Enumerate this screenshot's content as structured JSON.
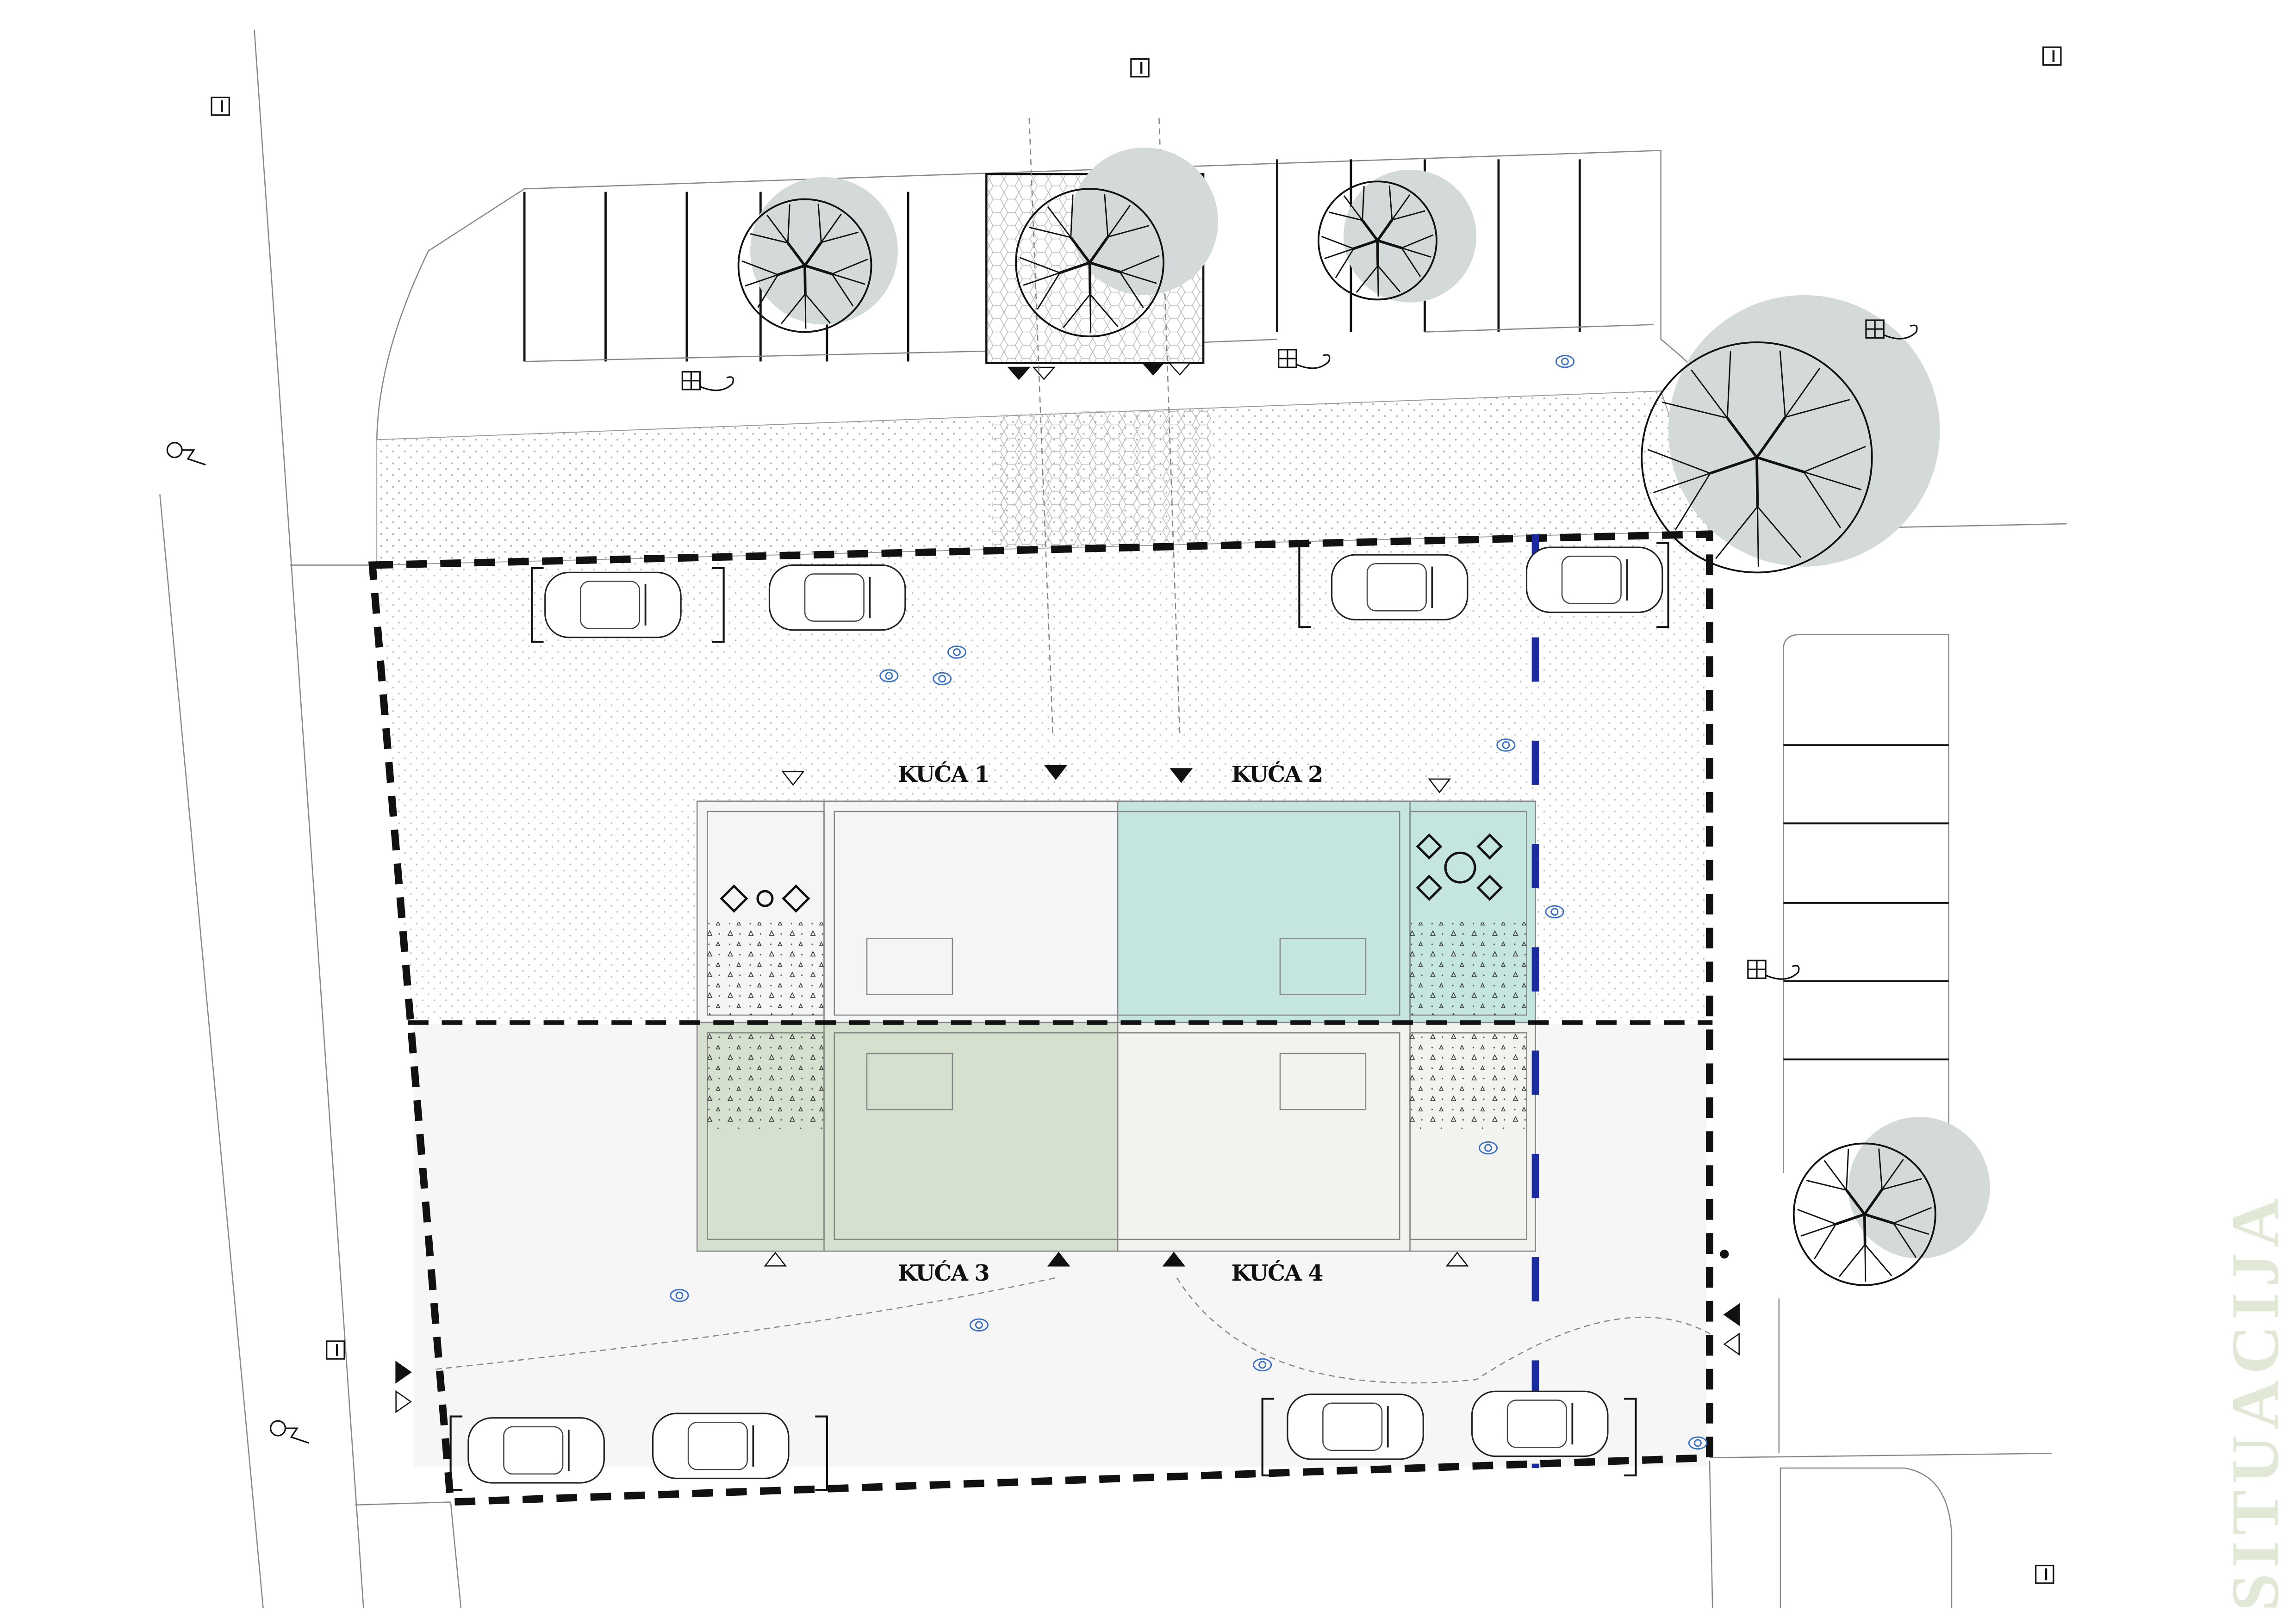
{
  "title": "SITUACIJA",
  "houses": [
    {
      "label": "KUĆA 1",
      "color": "#f4f5f7"
    },
    {
      "label": "KUĆA 2",
      "color": "#c5e6df"
    },
    {
      "label": "KUĆA 3",
      "color": "#d6e0cf"
    },
    {
      "label": "KUĆA 4",
      "color": "#f2f3ef"
    }
  ],
  "colors": {
    "title": "#e1e8d6",
    "tree_canopy": "#d4dad9",
    "plot_boundary": "#111111",
    "blue_boundary": "#1b2a9c",
    "pedestrian": "#3a6fc4"
  },
  "icons": [
    "hydrant-icon",
    "street-lamp-icon",
    "tree-icon",
    "car-icon",
    "pedestrian-icon",
    "entrance-triangle-icon"
  ]
}
